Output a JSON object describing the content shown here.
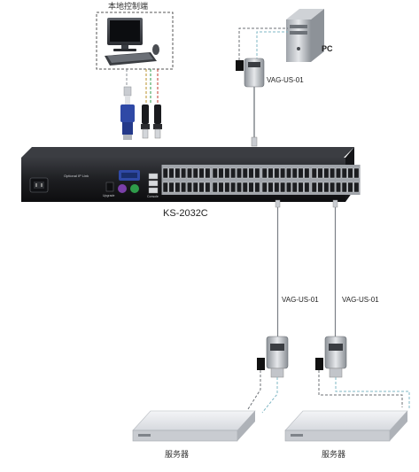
{
  "console_label": "本地控制端",
  "pc_label": "PC",
  "switch_model": "KS-2032C",
  "panel_text": {
    "optional_ip": "Optional IP Link",
    "upgrade": "Upgrade",
    "console": "Console"
  },
  "adapter_label": "VAG-US-01",
  "server_label": "服务器",
  "colors": {
    "chassis": "#1e1f22",
    "vga_blue": "#2f49a6",
    "ps2_purple": "#7a3fa8",
    "ps2_green": "#2e9b4a",
    "server_body": "#e2e4e8",
    "cable_dash": "#7fb7c5"
  }
}
